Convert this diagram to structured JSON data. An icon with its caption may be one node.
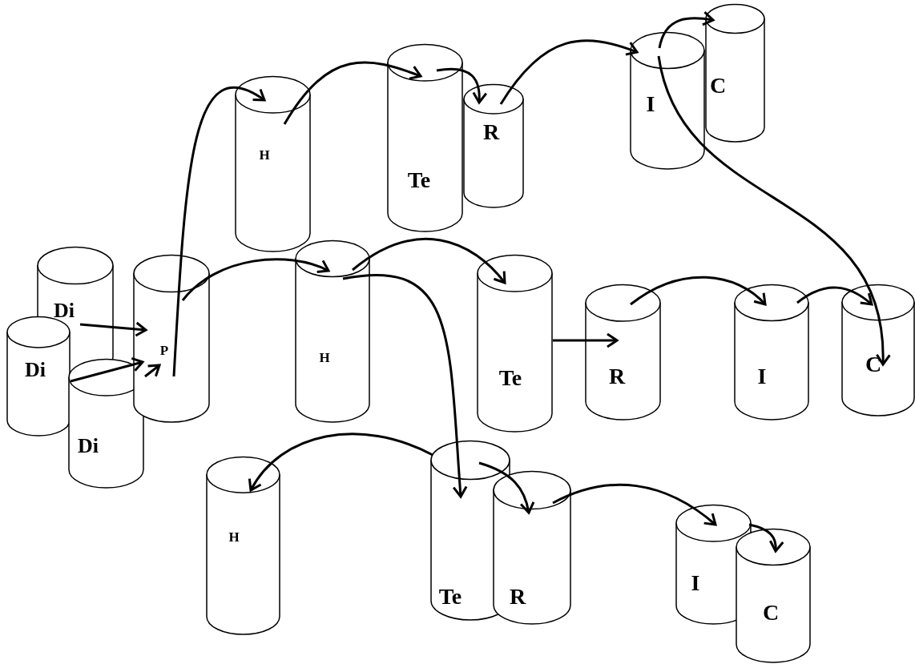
{
  "diagram": {
    "nodes": [
      {
        "text": [
          "H"
        ]
      },
      {
        "text": [
          "Te"
        ]
      },
      {
        "text": [
          "R"
        ]
      },
      {
        "text": [
          "I"
        ]
      },
      {
        "text": [
          "C"
        ]
      },
      {
        "text": [
          "Di"
        ]
      },
      {
        "text": [
          "Di"
        ]
      },
      {
        "text": [
          "Di"
        ]
      },
      {
        "text": [
          "P"
        ]
      },
      {
        "text": [
          "H"
        ]
      },
      {
        "text": [
          "Te"
        ]
      },
      {
        "text": [
          "R"
        ]
      },
      {
        "text": [
          "I"
        ]
      },
      {
        "text": [
          "C"
        ]
      },
      {
        "text": [
          "H"
        ]
      },
      {
        "text": [
          "Te"
        ]
      },
      {
        "text": [
          "R"
        ]
      },
      {
        "text": [
          "I"
        ]
      },
      {
        "text": [
          "C"
        ]
      }
    ],
    "edges": [
      {
        "from": 5,
        "to": 8,
        "arrow": "to"
      },
      {
        "from": 6,
        "to": 8,
        "arrow": "to"
      },
      {
        "from": 7,
        "to": 8,
        "arrow": "to"
      },
      {
        "from": 8,
        "to": 0,
        "arrow": "to"
      },
      {
        "from": 8,
        "to": 9,
        "arrow": "to"
      },
      {
        "from": 0,
        "to": 1,
        "arrow": "to"
      },
      {
        "from": 1,
        "to": 2,
        "arrow": "to"
      },
      {
        "from": 2,
        "to": 3,
        "arrow": "to"
      },
      {
        "from": 3,
        "to": 4,
        "arrow": "to"
      },
      {
        "from": 3,
        "to": 13,
        "arrow": "to"
      },
      {
        "from": 9,
        "to": 10,
        "arrow": "to"
      },
      {
        "from": 9,
        "to": 15,
        "arrow": "to"
      },
      {
        "from": 10,
        "to": 11,
        "arrow": "to"
      },
      {
        "from": 11,
        "to": 12,
        "arrow": "to"
      },
      {
        "from": 12,
        "to": 13,
        "arrow": "to"
      },
      {
        "from": 15,
        "to": 14,
        "arrow": "to"
      },
      {
        "from": 15,
        "to": 16,
        "arrow": "to"
      },
      {
        "from": 16,
        "to": 17,
        "arrow": "to"
      },
      {
        "from": 17,
        "to": 18,
        "arrow": "to"
      }
    ]
  }
}
